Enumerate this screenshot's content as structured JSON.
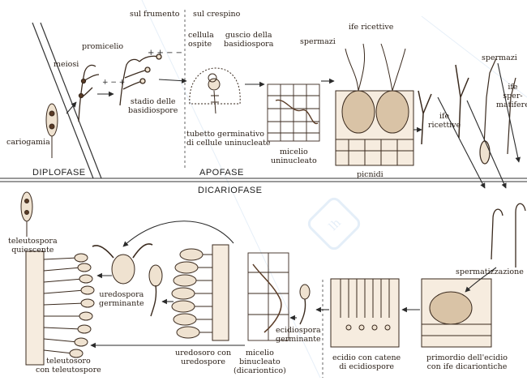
{
  "phases": {
    "diplofase": "DIPLOFASE",
    "apofase": "APOFASE",
    "dicariofase": "DICARIOFASE"
  },
  "hosts": {
    "wheat": "sul frumento",
    "barberry": "sul crespino"
  },
  "labels": {
    "cariogamia": "cariogamia",
    "meiosi": "meiosi",
    "promicelio": "promicelio",
    "stadio_basidiospore": "stadio delle\nbasidiospore",
    "cellula_ospite": "cellula\nospite",
    "guscio_basidiospora": "guscio della\nbasidiospora",
    "tubetto_germinativo": "tubetto germinativo\ndi cellule uninucleate",
    "micelio_uninucleato": "micelio\nuninucleato",
    "spermazi_top": "spermazi",
    "ife_ricettive_top": "ife ricettive",
    "picnidi": "picnidi",
    "ife_ricettive_right": "ife\nricettive",
    "spermazi_right": "spermazi",
    "ife_spermatifere": "ife\nsper-\nmatifere",
    "teleutospora_quiescente": "teleutospora\nquiescente",
    "uredospora_germinante": "uredospora\ngerminante",
    "spermatizzazione": "spermatizzazione",
    "teleutosoro": "teleutosoro\ncon teleutospore",
    "uredosoro": "uredosoro con\nuredospore",
    "micelio_binucleato": "micelio\nbinucleato\n(dicariontico)",
    "ecidiospora_germinante": "ecidiospora\ngerminante",
    "ecidio": "ecidio con catene\ndi ecidiospore",
    "primordio_ecidio": "primordio dell'ecidio\ncon ife dicariontiche"
  },
  "colors": {
    "ink": "#5a3b26",
    "fill": "#efe2d0",
    "line": "#3a2a1e",
    "watermark": "#d8e8f6"
  },
  "icons": {
    "watermark": "logo-icon"
  }
}
